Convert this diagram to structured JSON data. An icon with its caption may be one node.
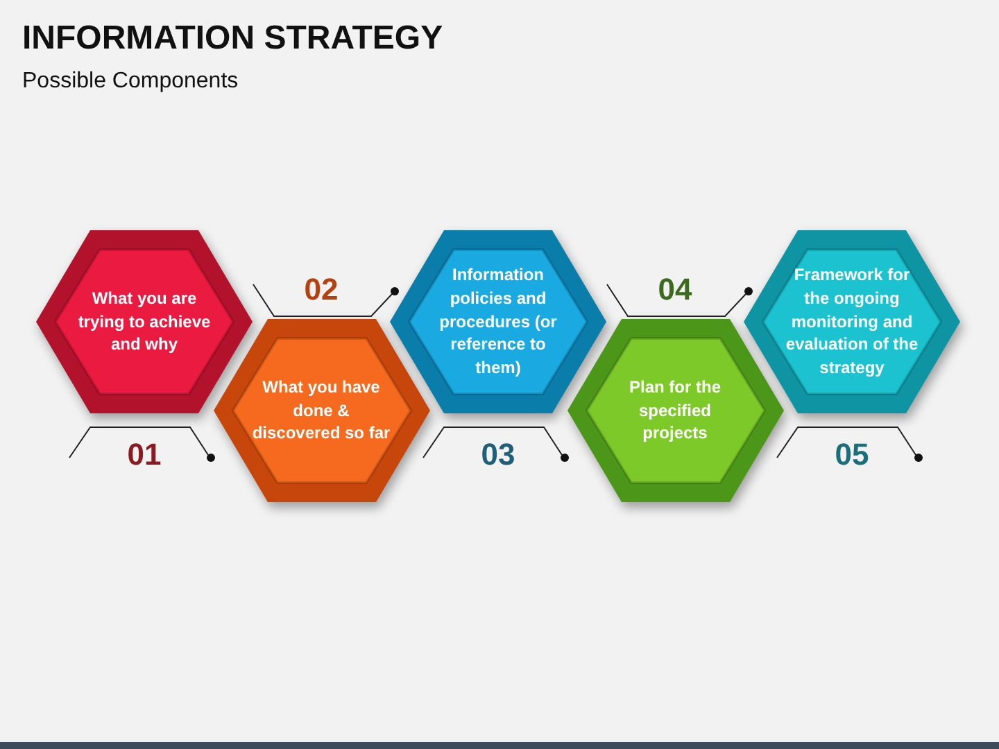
{
  "diagram": {
    "title": "INFORMATION STRATEGY",
    "nodes": [
      {
        "text": [
          "What you are trying to achieve and why"
        ],
        "beside": [
          "01"
        ]
      },
      {
        "text": [
          "What you have done & discovered so far"
        ],
        "beside": [
          "02"
        ]
      },
      {
        "text": [
          "Information policies and procedures (or reference to them)"
        ],
        "beside": [
          "03"
        ]
      },
      {
        "text": [
          "Plan for the specified projects"
        ],
        "beside": [
          "04"
        ]
      },
      {
        "text": [
          "Framework for the ongoing monitoring and evaluation of the strategy"
        ],
        "beside": [
          "05"
        ]
      }
    ],
    "labels": [
      "Possible Components"
    ]
  }
}
